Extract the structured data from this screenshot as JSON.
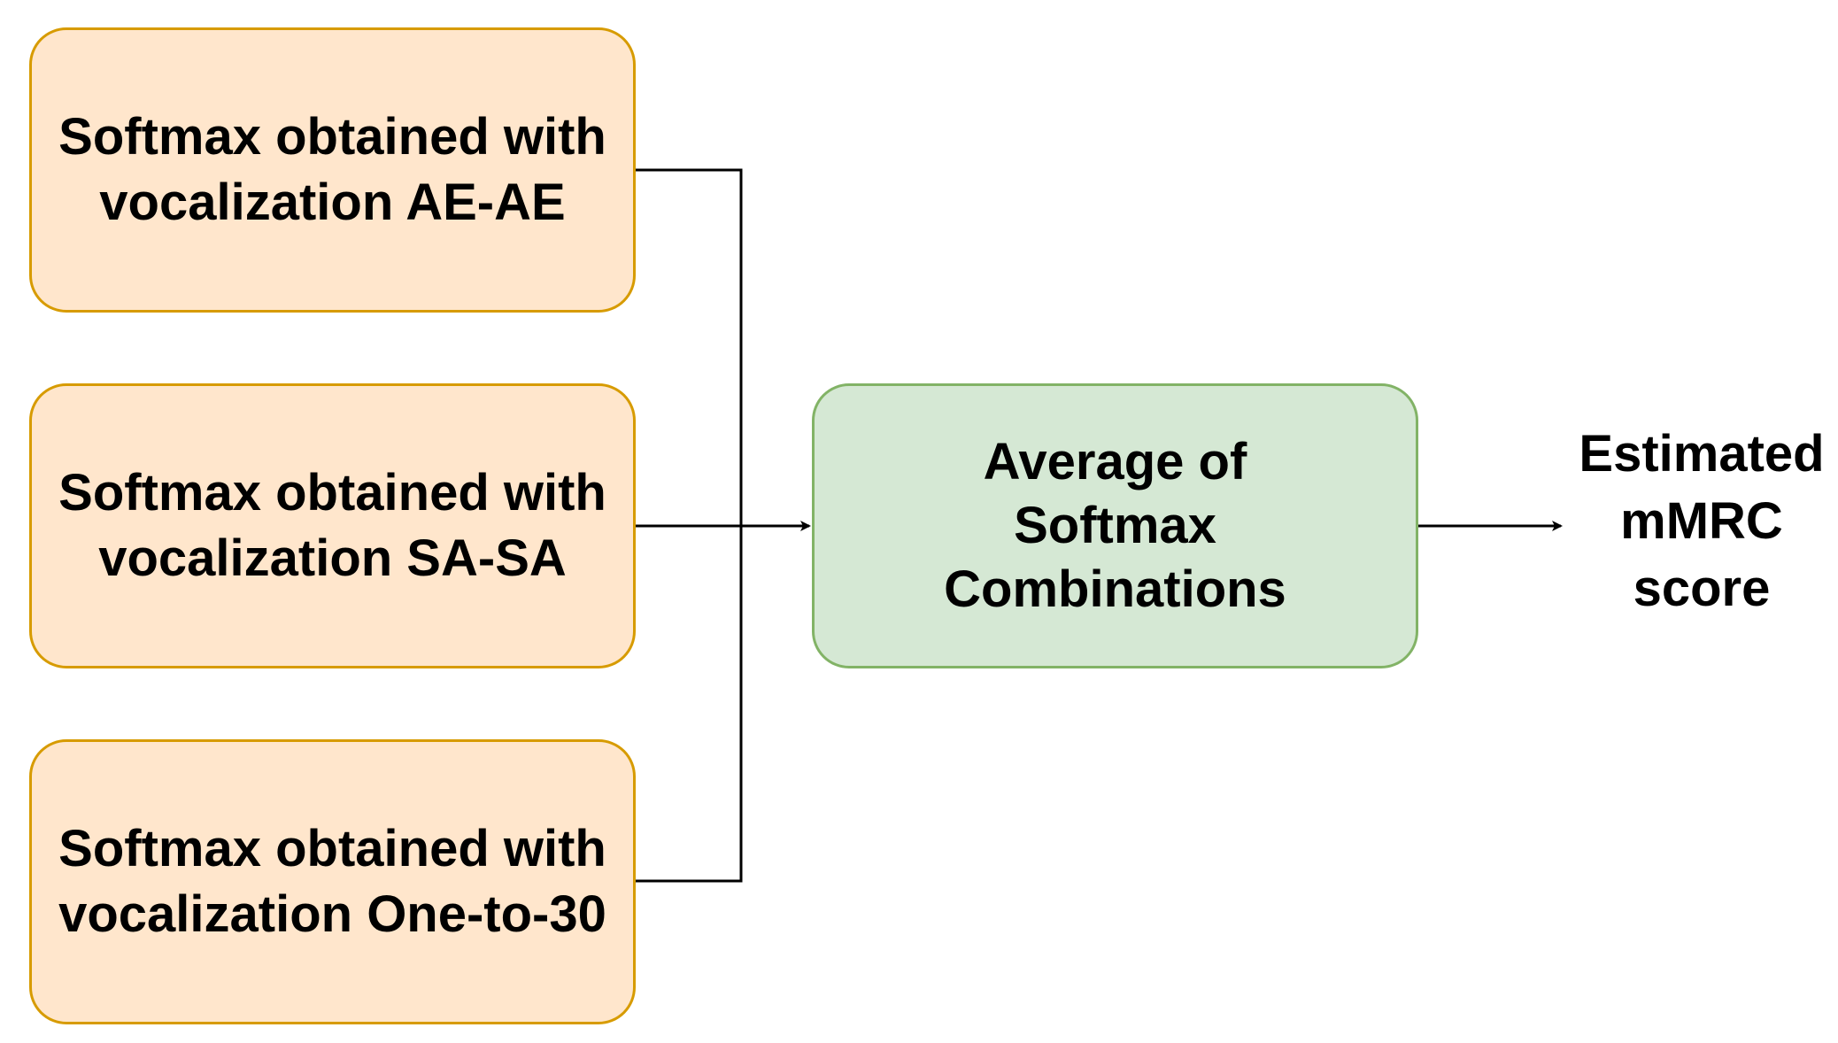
{
  "diagram": {
    "inputs": [
      {
        "label": "Softmax obtained with\nvocalization AE-AE"
      },
      {
        "label": "Softmax obtained with\nvocalization SA-SA"
      },
      {
        "label": "Softmax obtained with\nvocalization One-to-30"
      }
    ],
    "combiner": {
      "label": "Average of\nSoftmax\nCombinations"
    },
    "output": {
      "label": "Estimated\nmMRC\nscore"
    }
  },
  "colors": {
    "input_fill": "#ffe6cc",
    "input_stroke": "#d79b00",
    "combiner_fill": "#d5e8d4",
    "combiner_stroke": "#82b366",
    "connector": "#000000"
  }
}
